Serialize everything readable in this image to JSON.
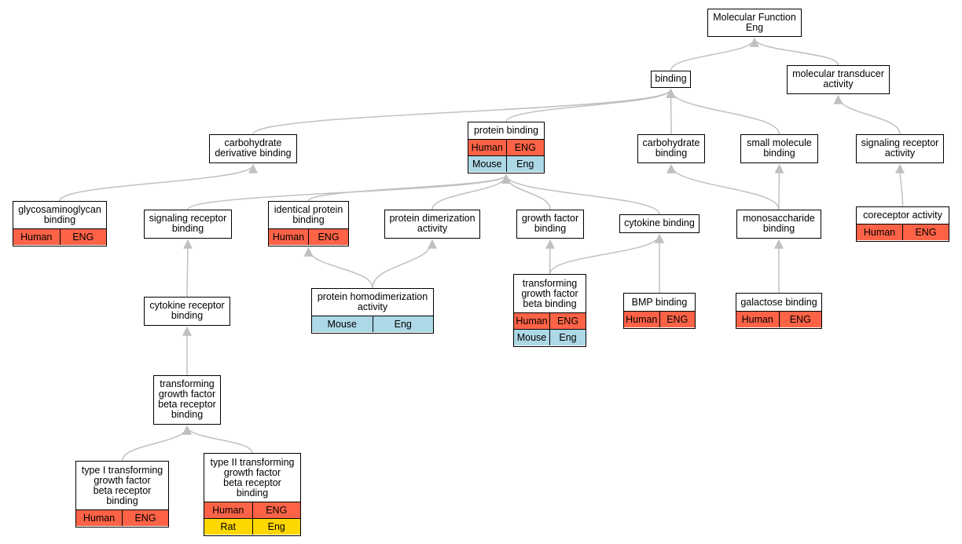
{
  "colors": {
    "edge": "#c0c0c0",
    "human": "#ff6347",
    "mouse": "#add8e6",
    "rat": "#ffd700"
  },
  "nodes": {
    "mf": {
      "label": "Molecular Function\nEng",
      "annotations": []
    },
    "binding": {
      "label": "binding",
      "annotations": []
    },
    "mtrans": {
      "label": "molecular transducer\nactivity",
      "annotations": []
    },
    "carbderiv": {
      "label": "carbohydrate\nderivative binding",
      "annotations": []
    },
    "protbind": {
      "label": "protein binding",
      "annotations": [
        [
          "Human",
          "ENG"
        ],
        [
          "Mouse",
          "Eng"
        ]
      ]
    },
    "carbbind": {
      "label": "carbohydrate\nbinding",
      "annotations": []
    },
    "smallmol": {
      "label": "small molecule\nbinding",
      "annotations": []
    },
    "sigrecact": {
      "label": "signaling receptor\nactivity",
      "annotations": []
    },
    "gag": {
      "label": "glycosaminoglycan\nbinding",
      "annotations": [
        [
          "Human",
          "ENG"
        ]
      ]
    },
    "sigrecbind": {
      "label": "signaling receptor\nbinding",
      "annotations": []
    },
    "identprot": {
      "label": "identical protein\nbinding",
      "annotations": [
        [
          "Human",
          "ENG"
        ]
      ]
    },
    "protdimer": {
      "label": "protein dimerization\nactivity",
      "annotations": []
    },
    "gfbind": {
      "label": "growth factor\nbinding",
      "annotations": []
    },
    "cytobind": {
      "label": "cytokine binding",
      "annotations": []
    },
    "monosacc": {
      "label": "monosaccharide\nbinding",
      "annotations": []
    },
    "corecep": {
      "label": "coreceptor activity",
      "annotations": [
        [
          "Human",
          "ENG"
        ]
      ]
    },
    "cytorec": {
      "label": "cytokine receptor\nbinding",
      "annotations": []
    },
    "homodimer": {
      "label": "protein homodimerization\nactivity",
      "annotations": [
        [
          "Mouse",
          "Eng"
        ]
      ]
    },
    "tgfbbind": {
      "label": "transforming\ngrowth factor\nbeta binding",
      "annotations": [
        [
          "Human",
          "ENG"
        ],
        [
          "Mouse",
          "Eng"
        ]
      ]
    },
    "bmp": {
      "label": "BMP binding",
      "annotations": [
        [
          "Human",
          "ENG"
        ]
      ]
    },
    "galact": {
      "label": "galactose binding",
      "annotations": [
        [
          "Human",
          "ENG"
        ]
      ]
    },
    "tgfbrec": {
      "label": "transforming\ngrowth factor\nbeta receptor\nbinding",
      "annotations": []
    },
    "type1": {
      "label": "type I transforming\ngrowth factor\nbeta receptor\nbinding",
      "annotations": [
        [
          "Human",
          "ENG"
        ]
      ]
    },
    "type2": {
      "label": "type II transforming\ngrowth factor\nbeta receptor\nbinding",
      "annotations": [
        [
          "Human",
          "ENG"
        ],
        [
          "Rat",
          "Eng"
        ]
      ]
    }
  },
  "edges": [
    [
      "binding",
      "mf"
    ],
    [
      "mtrans",
      "mf"
    ],
    [
      "carbderiv",
      "binding"
    ],
    [
      "protbind",
      "binding"
    ],
    [
      "carbbind",
      "binding"
    ],
    [
      "smallmol",
      "binding"
    ],
    [
      "sigrecact",
      "mtrans"
    ],
    [
      "gag",
      "carbderiv"
    ],
    [
      "sigrecbind",
      "protbind"
    ],
    [
      "identprot",
      "protbind"
    ],
    [
      "protdimer",
      "protbind"
    ],
    [
      "gfbind",
      "protbind"
    ],
    [
      "cytobind",
      "protbind"
    ],
    [
      "monosacc",
      "carbbind"
    ],
    [
      "monosacc",
      "smallmol"
    ],
    [
      "corecep",
      "sigrecact"
    ],
    [
      "cytorec",
      "sigrecbind"
    ],
    [
      "homodimer",
      "identprot"
    ],
    [
      "homodimer",
      "protdimer"
    ],
    [
      "tgfbbind",
      "gfbind"
    ],
    [
      "tgfbbind",
      "cytobind"
    ],
    [
      "bmp",
      "cytobind"
    ],
    [
      "galact",
      "monosacc"
    ],
    [
      "tgfbrec",
      "cytorec"
    ],
    [
      "type1",
      "tgfbrec"
    ],
    [
      "type2",
      "tgfbrec"
    ]
  ]
}
